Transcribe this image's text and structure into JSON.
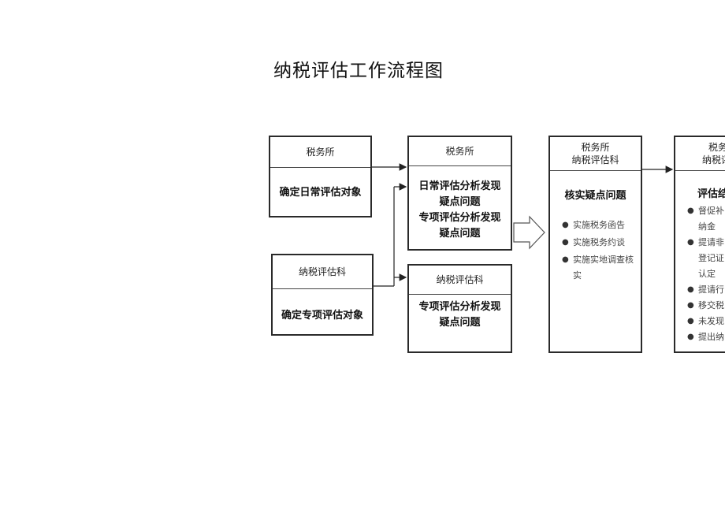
{
  "title": "纳税评估工作流程图",
  "box1": {
    "header": "税务所",
    "body": "确定日常评估对象"
  },
  "box2": {
    "header": "纳税评估科",
    "body": "确定专项评估对象"
  },
  "box3": {
    "header": "税务所",
    "lines": [
      "日常评估分析发现",
      "疑点问题",
      "专项评估分析发现",
      "疑点问题"
    ]
  },
  "box4": {
    "header": "纳税评估科",
    "lines": [
      "专项评估分析发现",
      "疑点问题"
    ]
  },
  "box5": {
    "header": [
      "税务所",
      "纳税评估科"
    ],
    "title": "核实疑点问题",
    "items": [
      {
        "lines": [
          "实施税务函告"
        ]
      },
      {
        "lines": [
          "实施税务约谈"
        ]
      },
      {
        "lines": [
          "实施实地调查核",
          "实"
        ]
      }
    ]
  },
  "box6": {
    "header": [
      "税务",
      "纳税评"
    ],
    "title": "评估结",
    "items": [
      {
        "lines": [
          "督促补",
          "纳金"
        ]
      },
      {
        "lines": [
          "提请非",
          "登记证",
          "认定"
        ]
      },
      {
        "lines": [
          "提请行"
        ]
      },
      {
        "lines": [
          "移交税"
        ]
      },
      {
        "lines": [
          "未发现"
        ]
      },
      {
        "lines": [
          "提出纳"
        ]
      }
    ]
  },
  "bullet_symbol": "●"
}
